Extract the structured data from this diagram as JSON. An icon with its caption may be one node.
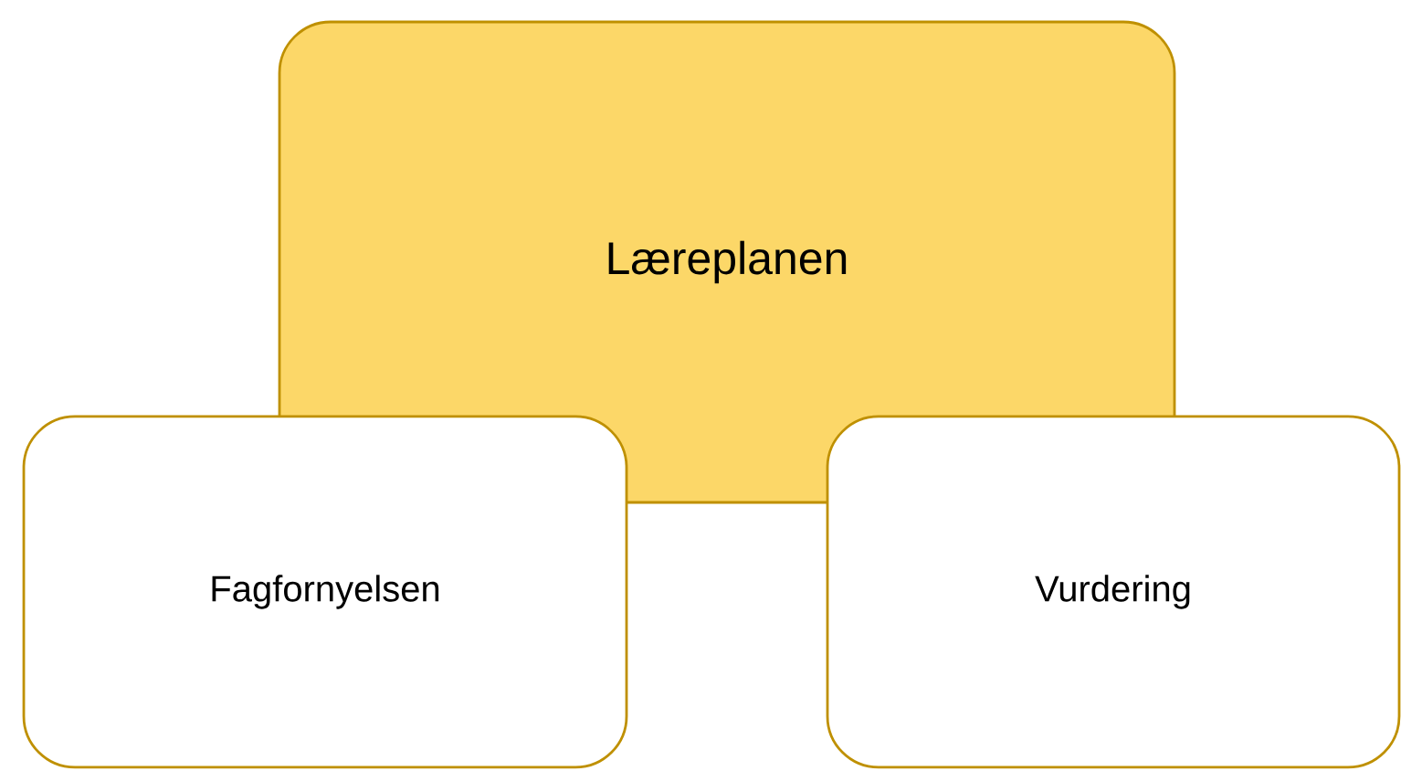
{
  "diagram": {
    "nodes": [
      {
        "text": [
          "Læreplanen"
        ]
      },
      {
        "text": [
          "Fagfornyelsen"
        ]
      },
      {
        "text": [
          "Vurdering"
        ]
      }
    ]
  }
}
